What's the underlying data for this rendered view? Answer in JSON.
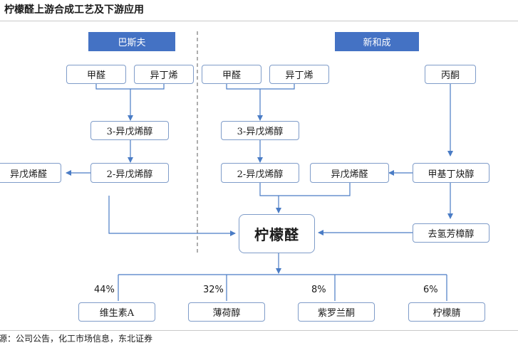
{
  "title": "柠檬醛上游合成工艺及下游应用",
  "headers": {
    "basf": "巴斯夫",
    "nhu": "新和成"
  },
  "basf": {
    "formaldehyde": "甲醛",
    "isobutylene": "异丁烯",
    "isopentenol": "3-异戊烯醇",
    "prenol": "2-异戊烯醇",
    "isopentenal": "异戊烯醛"
  },
  "nhu": {
    "formaldehyde": "甲醛",
    "isobutylene": "异丁烯",
    "acetone": "丙酮",
    "isopentenol": "3-异戊烯醇",
    "prenol": "2-异戊烯醇",
    "isopentenal": "异戊烯醛",
    "methylbutynol": "甲基丁炔醇",
    "dehydrolinalool": "去氢芳樟醇"
  },
  "center": "柠檬醛",
  "downstream": [
    {
      "pct": "44%",
      "label": "维生素A"
    },
    {
      "pct": "32%",
      "label": "薄荷醇"
    },
    {
      "pct": "8%",
      "label": "紫罗兰酮"
    },
    {
      "pct": "6%",
      "label": "柠檬腈"
    }
  ],
  "source": "源：公司公告，化工市场信息，东北证券",
  "colors": {
    "header": "#4472c4",
    "arrow": "#4a7cc5",
    "border": "#7f9cc9"
  }
}
